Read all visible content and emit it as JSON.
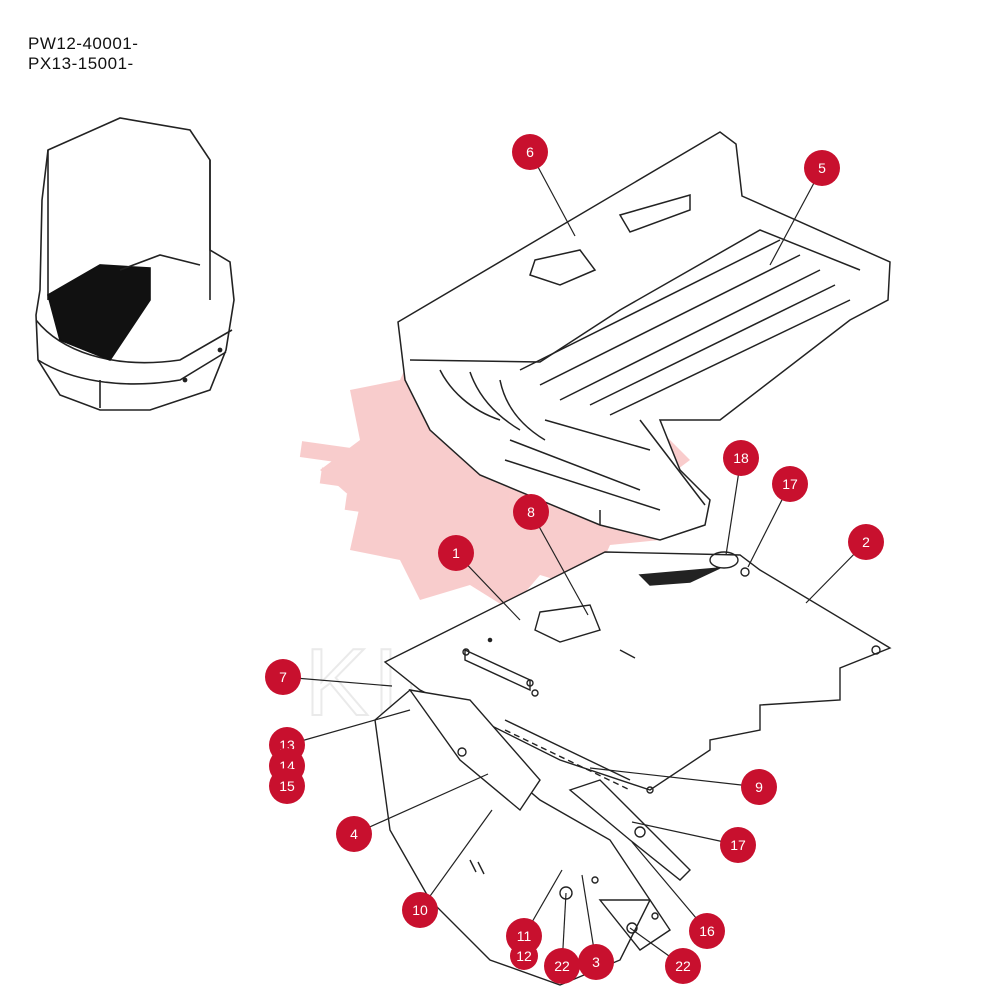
{
  "serials": [
    "PW12-40001-",
    "PX13-15001-"
  ],
  "watermark": {
    "text": "KIHTEX",
    "color": "#f4a3a3"
  },
  "callout_color": "#c8102e",
  "callouts": [
    {
      "id": "c6",
      "label": "6"
    },
    {
      "id": "c5",
      "label": "5"
    },
    {
      "id": "c18",
      "label": "18"
    },
    {
      "id": "c17a",
      "label": "17"
    },
    {
      "id": "c8",
      "label": "8"
    },
    {
      "id": "c2",
      "label": "2"
    },
    {
      "id": "c1",
      "label": "1"
    },
    {
      "id": "c7",
      "label": "7"
    },
    {
      "id": "c13",
      "label": "13"
    },
    {
      "id": "c14",
      "label": "14"
    },
    {
      "id": "c15",
      "label": "15"
    },
    {
      "id": "c9",
      "label": "9"
    },
    {
      "id": "c4",
      "label": "4"
    },
    {
      "id": "c17b",
      "label": "17"
    },
    {
      "id": "c10",
      "label": "10"
    },
    {
      "id": "c16",
      "label": "16"
    },
    {
      "id": "c11",
      "label": "11"
    },
    {
      "id": "c12",
      "label": "12"
    },
    {
      "id": "c22a",
      "label": "22"
    },
    {
      "id": "c3",
      "label": "3"
    },
    {
      "id": "c22b",
      "label": "22"
    }
  ]
}
